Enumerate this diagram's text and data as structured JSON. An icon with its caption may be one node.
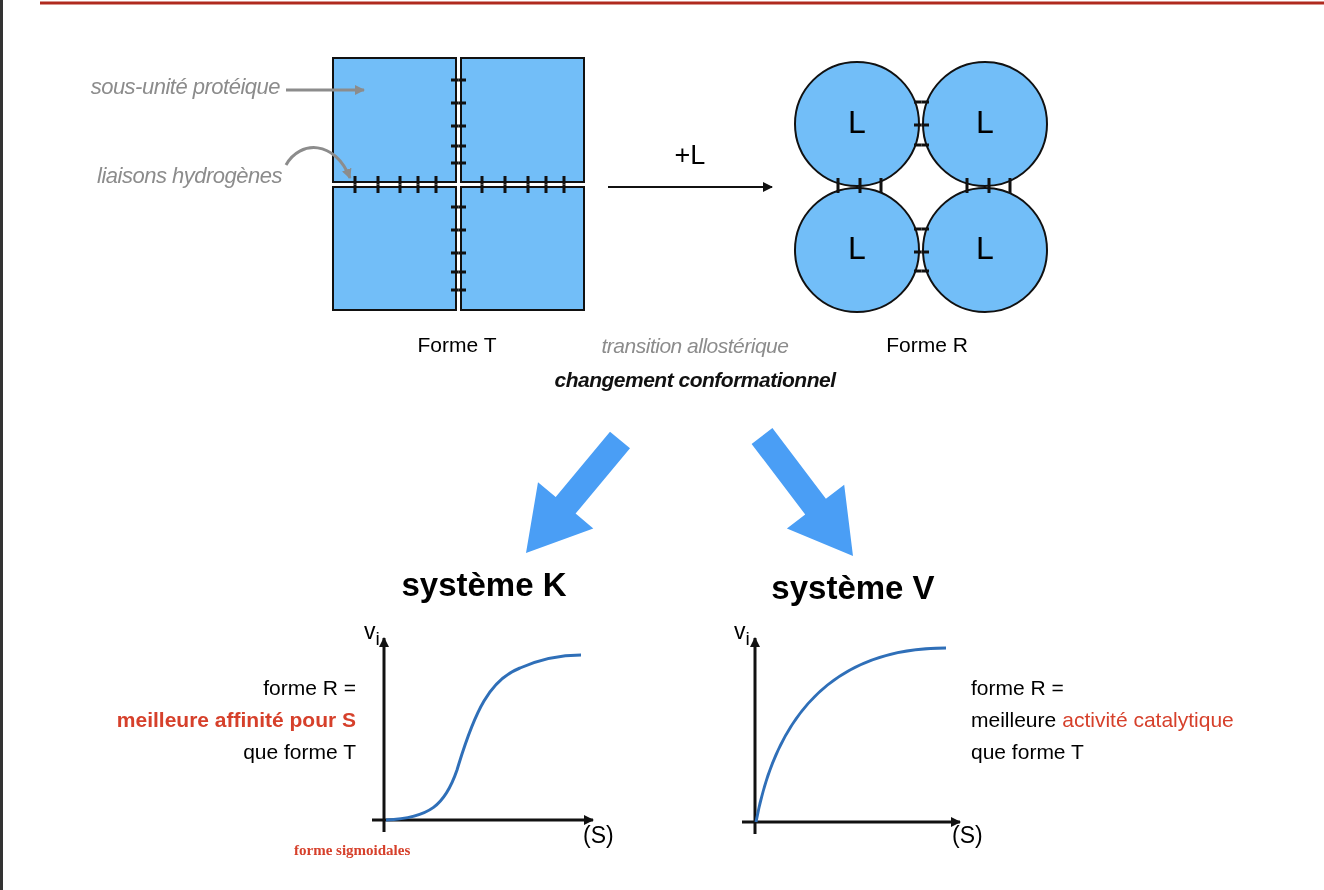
{
  "diagram": {
    "nodes": [
      {
        "text": [
          "sous-unité protéique"
        ]
      },
      {
        "text": [
          "liaisons hydrogènes"
        ]
      },
      {
        "text": [
          "Forme T"
        ]
      },
      {
        "text": [],
        "shape": "box",
        "in": 2
      },
      {
        "text": [],
        "shape": "box",
        "in": 2
      },
      {
        "text": [],
        "shape": "box",
        "in": 2
      },
      {
        "text": [],
        "shape": "box",
        "in": 2
      },
      {
        "text": [
          "Forme R"
        ]
      },
      {
        "text": [
          "L"
        ],
        "in": 7
      },
      {
        "text": [
          "L"
        ],
        "in": 7
      },
      {
        "text": [
          "L"
        ],
        "in": 7
      },
      {
        "text": [
          "L"
        ],
        "in": 7
      },
      {
        "text": [
          "transition allostérique",
          "changement conformationnel"
        ]
      },
      {
        "text": [
          "système K"
        ]
      },
      {
        "text": [
          "système V"
        ]
      }
    ],
    "edges": [
      {
        "from": 0,
        "to": 3,
        "arrow": "to",
        "color": "#8c8c8c"
      },
      {
        "from": 1,
        "to": 3,
        "arrow": "to",
        "color": "#8c8c8c"
      },
      {
        "from": 2,
        "to": 7,
        "arrow": "to",
        "label": "+L",
        "color": "#111111"
      },
      {
        "from": 12,
        "to": 13,
        "arrow": "to",
        "style": "thick",
        "color": "#4a9ef5"
      },
      {
        "from": 12,
        "to": 14,
        "arrow": "to",
        "style": "thick",
        "color": "#4a9ef5"
      }
    ],
    "labels": [
      "v$_{i}$",
      "(S)",
      "forme R =",
      "meilleure affinité pour S",
      "que forme T",
      "forme sigmoidales",
      "v$_{i}$",
      "(S)",
      "forme R =",
      "meilleure",
      "activité catalytique",
      "que forme T"
    ]
  }
}
